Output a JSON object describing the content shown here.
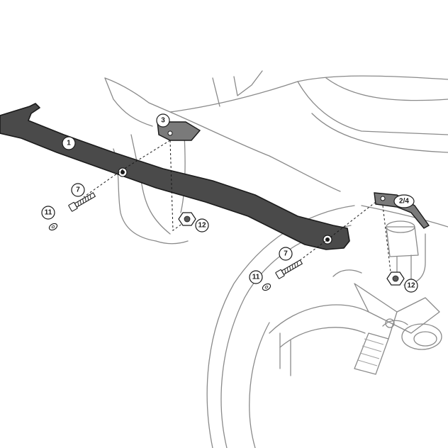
{
  "callouts": {
    "c1": "1",
    "c3": "3",
    "c24": "2/4",
    "c7a": "7",
    "c7b": "7",
    "c11a": "11",
    "c11b": "11",
    "c12a": "12",
    "c12b": "12"
  },
  "colors": {
    "bracket_fill": "#4a4a4a",
    "outline": "#1a1a1a",
    "background_lines": "#8a8a8a",
    "background": "#ffffff"
  }
}
